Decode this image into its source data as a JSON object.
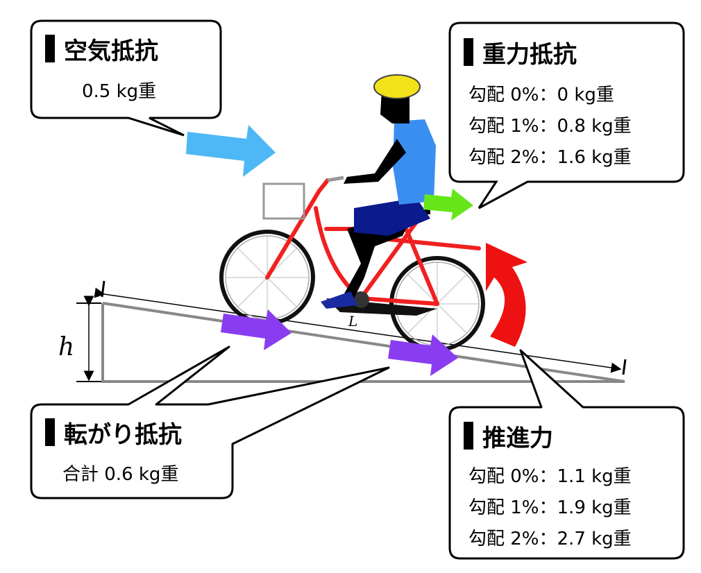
{
  "air": {
    "title": "空気抵抗",
    "value": "0.5 kg重"
  },
  "gravity": {
    "title": "重力抵抗",
    "rows": [
      "勾配 0%：0 kg重",
      "勾配 1%：0.8 kg重",
      "勾配 2%：1.6 kg重"
    ]
  },
  "rolling": {
    "title": "転がり抵抗",
    "value": "合計 0.6 kg重"
  },
  "propulsion": {
    "title": "推進力",
    "rows": [
      "勾配 0%：1.1 kg重",
      "勾配 1%：1.9 kg重",
      "勾配 2%：2.7 kg重"
    ]
  },
  "labels": {
    "height": "h",
    "length": "L"
  },
  "colors": {
    "air_arrow": "#4db8f5",
    "gravity_arrow": "#66e61a",
    "rolling_arrow": "#8a3df0",
    "propulsion_arrow": "#ee1111",
    "frame": "#f02020",
    "shirt": "#3a8ef0",
    "shorts": "#0b1a8c",
    "helmet": "#f2e21a"
  }
}
